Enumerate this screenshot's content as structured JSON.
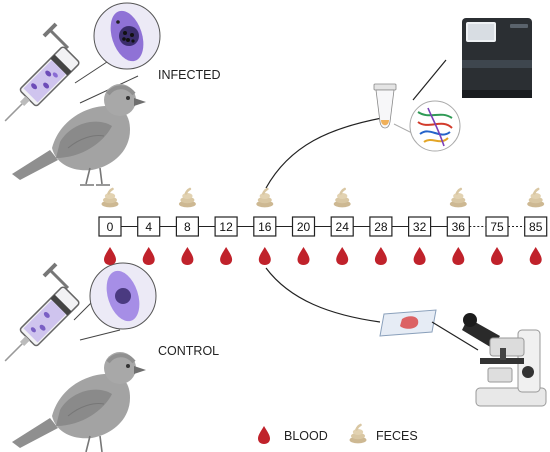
{
  "labels": {
    "infected": "INFECTED",
    "control": "CONTROL"
  },
  "timepoints": [
    "0",
    "4",
    "8",
    "12",
    "16",
    "20",
    "24",
    "28",
    "32",
    "36",
    "75",
    "85"
  ],
  "feces_at": [
    "0",
    "8",
    "16",
    "24",
    "36",
    "85"
  ],
  "legend": {
    "blood": "BLOOD",
    "feces": "FECES"
  },
  "colors": {
    "blood": "#c0222b",
    "feces": "#d9c7a3",
    "bird": "#9a9a9a",
    "parasite_cell": "#7a5fc4"
  },
  "icons": [
    "syringe-icon",
    "infected-cell-icon",
    "healthy-cell-icon",
    "sparrow-icon",
    "sequencer-icon",
    "microtube-icon",
    "dna-icon",
    "microscope-icon",
    "slide-icon",
    "blood-drop-icon",
    "feces-icon"
  ]
}
